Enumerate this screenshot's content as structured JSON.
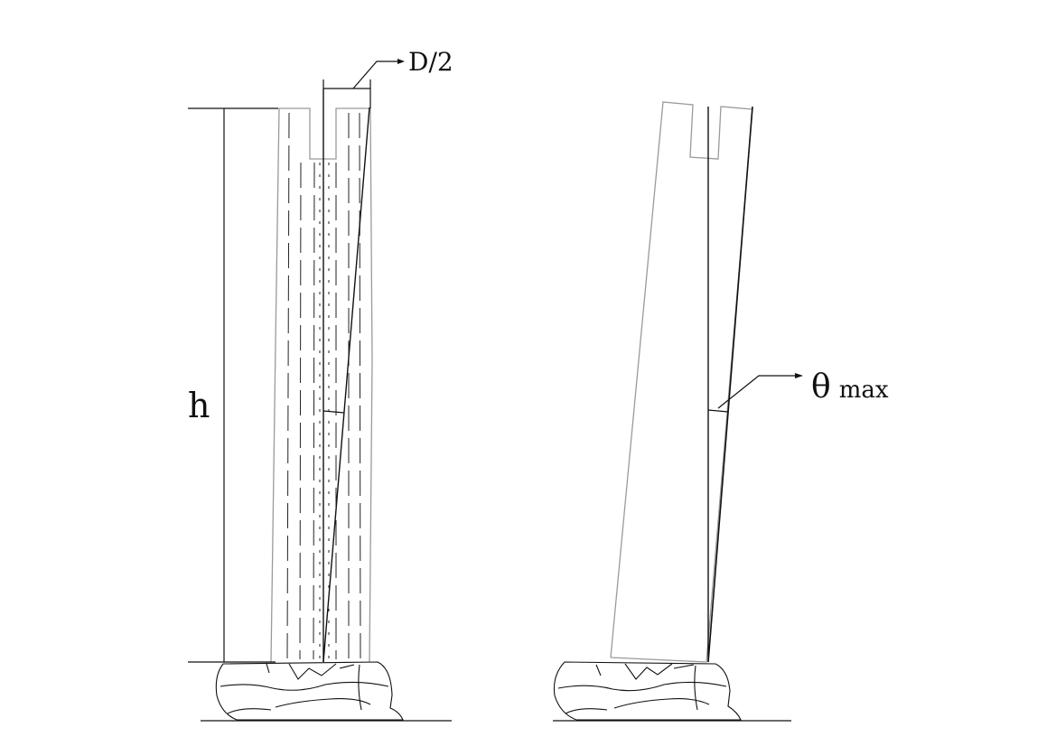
{
  "labels": {
    "height": "h",
    "half_diameter": "D/2",
    "theta": "θ",
    "theta_subscript": "max"
  },
  "colors": {
    "line": "#111111",
    "column_outline": "#9a9a9a",
    "background": "#ffffff"
  }
}
